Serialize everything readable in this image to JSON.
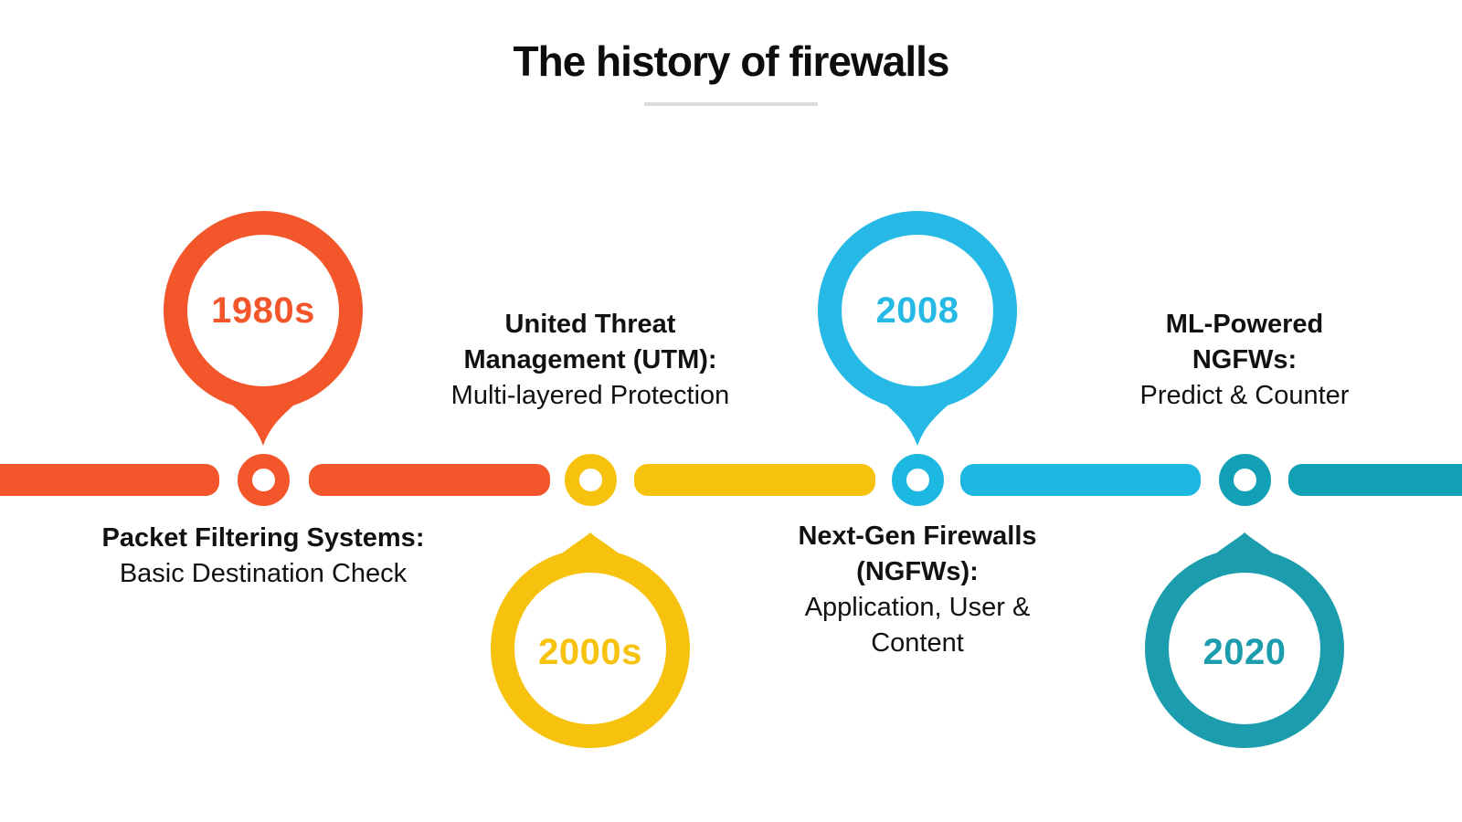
{
  "title": "The history of firewalls",
  "colors": {
    "orange": "#f4562b",
    "yellow": "#f7c20e",
    "cyan": "#1cb8e2",
    "teal": "#11a0b5",
    "heading_text": "#0d0d0d",
    "divider": "#dbdbdb"
  },
  "timeline": {
    "segment_colors": [
      "#f4562b",
      "#f4562b",
      "#f7c20e",
      "#1cb8e2",
      "#11a0b5"
    ],
    "node_colors": [
      "#f4562b",
      "#f7c20e",
      "#1cb8e2",
      "#11a0b5"
    ]
  },
  "milestones": [
    {
      "year": "1980s",
      "color": "#f4562b",
      "bubble_position": "above-timeline",
      "bold_lines": [
        "Packet Filtering Systems:"
      ],
      "normal_lines": [
        "Basic Destination Check"
      ]
    },
    {
      "year": "2000s",
      "color": "#f7c20e",
      "bubble_position": "below-timeline",
      "bold_lines": [
        "United Threat",
        "Management (UTM):"
      ],
      "normal_lines": [
        "Multi-layered Protection"
      ]
    },
    {
      "year": "2008",
      "color": "#1cb8e2",
      "bubble_position": "above-timeline",
      "bold_lines": [
        "Next-Gen Firewalls",
        "(NGFWs):"
      ],
      "normal_lines": [
        "Application, User &",
        "Content"
      ]
    },
    {
      "year": "2020",
      "color": "#11a0b5",
      "bubble_position": "below-timeline",
      "bold_lines": [
        "ML-Powered",
        "NGFWs:"
      ],
      "normal_lines": [
        "Predict & Counter"
      ]
    }
  ]
}
